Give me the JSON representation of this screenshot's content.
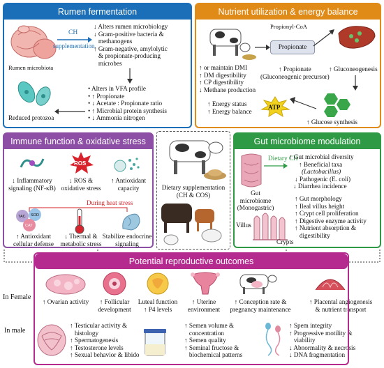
{
  "rumen": {
    "title": "Rumen fermentation",
    "microbiota_label": "Rumen microbiota",
    "ch_label": "CH",
    "supplementation_label": "supplementation",
    "effects1": [
      "↓ Alters rumen microbiology",
      "↓ Gram-positive bacteria &",
      "   methanogens",
      "↑ Gram-negative, amylolytic",
      "   & propionate-producing",
      "   microbes"
    ],
    "effects2": [
      "• Alters in VFA profile",
      "• ↑ Propionate",
      "• ↓ Acetate : Propionate ratio",
      "• ↑ Microbial protein synthesis",
      "• ↓ Ammonia nitrogen"
    ],
    "protozoa_label": "Reduced protozoa"
  },
  "nutrient": {
    "title": "Nutrient utilization & energy balance",
    "propionyl_coa": "Propionyl-CoA",
    "propionate_box": "Propionate",
    "propionate_text": [
      "↑ Propionate",
      "(Gluconeogenic precursor)"
    ],
    "gluconeogenesis": "↑ Gluconeogenesis",
    "effects": [
      "↑ or maintain DMI",
      "↑ DM digestibility",
      "↑ CP digestibility",
      "↓ Methane production"
    ],
    "energy": [
      "↑ Energy status",
      "↑ Energy balance"
    ],
    "atp": "ATP",
    "glucose": "↑ Glucose synthesis"
  },
  "immune": {
    "title": "Immune function & oxidative stress",
    "ros_label": "ROS",
    "items_top": [
      [
        "↓ Inflammatory",
        "signaling (NF-κB)"
      ],
      [
        "↓ ROS &",
        "oxidative stress"
      ],
      [
        "↑ Antioxidant",
        "capacity"
      ]
    ],
    "heat_stress": "During heat stress",
    "tac": "TAC",
    "sod": "SOD",
    "cat": "CAT",
    "items_bottom": [
      [
        "↑ Antioxidant",
        "cellular defense"
      ],
      [
        "↓ Thermal &",
        "metabolic stress"
      ],
      [
        "Stabilize endocrine",
        "signaling"
      ]
    ]
  },
  "center": {
    "label": [
      "Dietary supplementation",
      "(CH & COS)"
    ]
  },
  "gut": {
    "title": "Gut microbiome modulation",
    "dietary_ch": "Dietary CH",
    "gut_label": [
      "Gut",
      "microbiome",
      "(Monogastric)"
    ],
    "villus": "Villus",
    "crypts": "Crypts",
    "effects1": [
      "↑ Gut microbial diversity",
      "↑ Beneficial taxa",
      "(Lactobacillus)",
      "↓ Pathogenic (E. coli)",
      "↓ Diarrhea incidence"
    ],
    "effects2": [
      "↑ Gut morphology",
      "↑ Ileal villus height",
      "↑ Crypt cell proliferation",
      "↑ Digestive enzyme activity",
      "↑ Nutrient absorption &",
      "   digestibility"
    ]
  },
  "repro": {
    "title": "Potential reproductive outcomes",
    "female_label": "In Female",
    "male_label": "In male",
    "female_items": [
      [
        "↑ Ovarian activity"
      ],
      [
        "↑ Follicular",
        "development"
      ],
      [
        "Luteal function",
        "↑ P4 levels"
      ],
      [
        "↑ Uterine",
        "environment"
      ],
      [
        "↑ Conception rate &",
        "pregnancy maintenance"
      ],
      [
        "↑ Placental angiogenesis",
        "& nutrient transport"
      ]
    ],
    "male_col1": [
      "↑ Testicular activity &",
      "   histology",
      "↑ Spermatogenesis",
      "↑ Testosterone levels",
      "↑ Sexual behavior & libido"
    ],
    "male_col2": [
      "↑ Semen volume &",
      "   concentration",
      "↑ Semen quality",
      "↑ Seminal fructose &",
      "   biochemical patterns"
    ],
    "male_col3": [
      "↑ Spem integrity",
      "↑ Progressive motility &",
      "   viability",
      "↓ Abnormality & necrosis",
      "↓ DNA fragmentation"
    ]
  },
  "colors": {
    "rumen": "#1b6fb8",
    "nutrient": "#e08a17",
    "immune": "#8d4fa6",
    "gut": "#2f9a45",
    "repro": "#b52a8f",
    "heat": "#d61f26",
    "dietary_ch": "#2f9a45"
  }
}
